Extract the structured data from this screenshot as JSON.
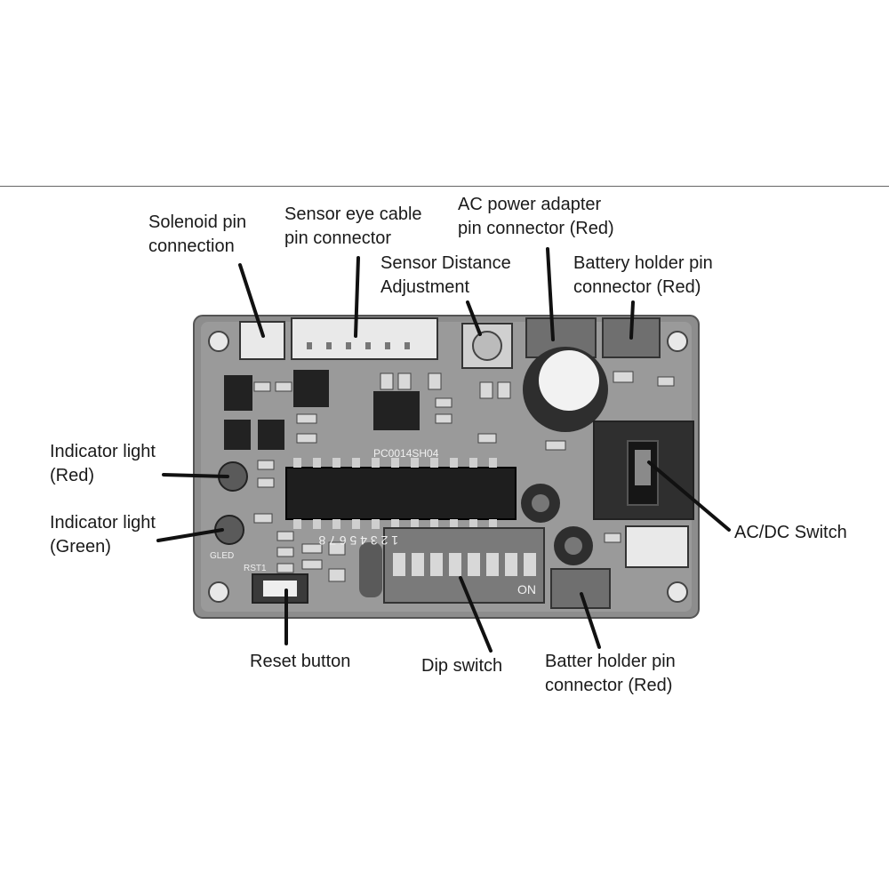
{
  "labels": {
    "solenoid": "Solenoid pin\nconnection",
    "sensor_eye": "Sensor eye cable\npin connector",
    "ac_adapter": "AC power adapter\npin connector (Red)",
    "sensor_distance": "Sensor Distance\nAdjustment",
    "battery_top": "Battery holder pin\nconnector (Red)",
    "indicator_red": "Indicator light\n(Red)",
    "indicator_green": "Indicator light\n(Green)",
    "acdc_switch": "AC/DC Switch",
    "reset": "Reset button",
    "dip": "Dip switch",
    "battery_bottom": "Batter holder pin\nconnector (Red)"
  },
  "board": {
    "chip_marking": "PC0014SH04",
    "dip_numbers": "1 2 3 4 5 6 7 8",
    "dip_on": "ON",
    "rst_marking": "RST1",
    "led_marking": "GLED"
  }
}
